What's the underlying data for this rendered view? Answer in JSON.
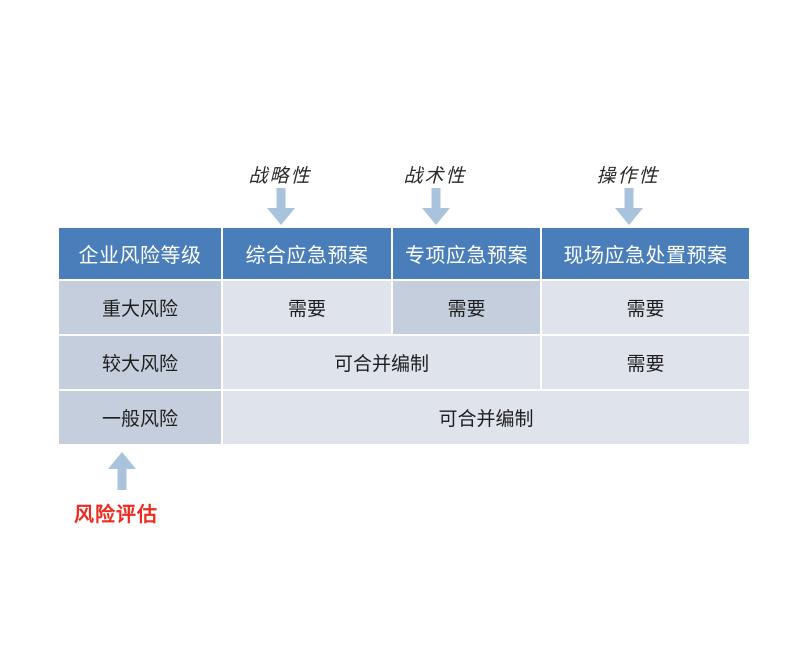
{
  "diagram": {
    "title_hidden": "",
    "accent_header_color": "#4a7ebb",
    "arrow_color": "#a9c3dd",
    "row_head_color": "#c4cedd",
    "cell_light_color": "#dfe3ec",
    "annotation_red": "#ee2b20"
  },
  "top_annotations": [
    {
      "label": "战略性",
      "icon": "arrow-down-icon"
    },
    {
      "label": "战术性",
      "icon": "arrow-down-icon"
    },
    {
      "label": "操作性",
      "icon": "arrow-down-icon"
    }
  ],
  "bottom_annotation": {
    "label": "风险评估",
    "icon": "arrow-up-icon"
  },
  "table": {
    "headers": [
      "企业风险等级",
      "综合应急预案",
      "专项应急预案",
      "现场应急处置预案"
    ],
    "rows": [
      {
        "level": "重大风险",
        "cells": [
          {
            "text": "需要",
            "span": 1,
            "shade": "light"
          },
          {
            "text": "需要",
            "span": 1,
            "shade": "dark"
          },
          {
            "text": "需要",
            "span": 1,
            "shade": "light"
          }
        ]
      },
      {
        "level": "较大风险",
        "cells": [
          {
            "text": "可合并编制",
            "span": 2,
            "shade": "light"
          },
          {
            "text": "需要",
            "span": 1,
            "shade": "light"
          }
        ]
      },
      {
        "level": "一般风险",
        "cells": [
          {
            "text": "可合并编制",
            "span": 3,
            "shade": "light"
          }
        ]
      }
    ]
  }
}
